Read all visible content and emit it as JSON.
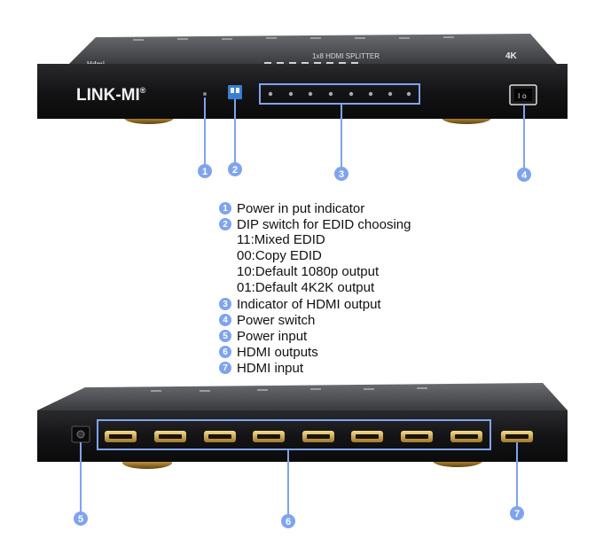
{
  "device": {
    "brand": "LINK-MI",
    "brand_mark": "®",
    "top_label": "1x8 HDMI SPLITTER",
    "badge": "4K",
    "hdmi_logo": "Hdmi"
  },
  "legend": {
    "items": [
      {
        "num": "1",
        "text": "Power in put indicator"
      },
      {
        "num": "2",
        "text": "DIP switch for EDID choosing",
        "sub": [
          "11:Mixed EDID",
          "00:Copy EDID",
          "10:Default 1080p output",
          "01:Default 4K2K output"
        ]
      },
      {
        "num": "3",
        "text": "Indicator of HDMI output"
      },
      {
        "num": "4",
        "text": "Power switch"
      },
      {
        "num": "5",
        "text": "Power input"
      },
      {
        "num": "6",
        "text": "HDMI outputs"
      },
      {
        "num": "7",
        "text": "HDMI input"
      }
    ]
  },
  "callouts": [
    "1",
    "2",
    "3",
    "4",
    "5",
    "6",
    "7"
  ],
  "colors": {
    "accent": "#7fa4ef",
    "device_body": "#1c1c1e",
    "gold": "#c9a24a"
  }
}
